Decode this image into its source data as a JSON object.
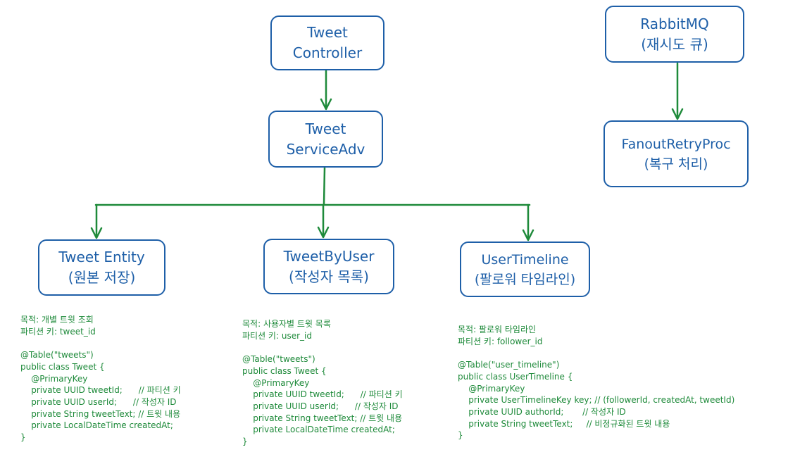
{
  "nodes": {
    "tweet_controller": {
      "line1": "Tweet",
      "line2": "Controller"
    },
    "tweet_service": {
      "line1": "Tweet",
      "line2": "ServiceAdv"
    },
    "rabbitmq": {
      "line1": "RabbitMQ",
      "line2": "(재시도 큐)"
    },
    "fanout_retry": {
      "line1": "FanoutRetryProc",
      "line2": "(복구 처리)"
    },
    "tweet_entity": {
      "line1": "Tweet Entity",
      "line2": "(원본 저장)"
    },
    "tweet_by_user": {
      "line1": "TweetByUser",
      "line2": "(작성자 목록)"
    },
    "user_timeline": {
      "line1": "UserTimeline",
      "line2": "(팔로워 타임라인)"
    }
  },
  "code_blocks": {
    "tweet_entity": {
      "purpose": "목적: 개별 트윗 조회",
      "partition": "파티션 키: tweet_id",
      "lines": [
        "@Table(\"tweets\")",
        "public class Tweet {",
        "    @PrimaryKey",
        "    private UUID tweetId;      // 파티션 키",
        "    private UUID userId;      // 작성자 ID",
        "    private String tweetText; // 트윗 내용",
        "    private LocalDateTime createdAt;",
        "}"
      ]
    },
    "tweet_by_user": {
      "purpose": "목적: 사용자별 트윗 목록",
      "partition": "파티션 키: user_id",
      "lines": [
        "@Table(\"tweets\")",
        "public class Tweet {",
        "    @PrimaryKey",
        "    private UUID tweetId;      // 파티션 키",
        "    private UUID userId;      // 작성자 ID",
        "    private String tweetText; // 트윗 내용",
        "    private LocalDateTime createdAt;",
        "}"
      ]
    },
    "user_timeline": {
      "purpose": "목적: 팔로워 타임라인",
      "partition": "파티션 키: follower_id",
      "lines": [
        "@Table(\"user_timeline\")",
        "public class UserTimeline {",
        "    @PrimaryKey",
        "    private UserTimelineKey key; // (followerId, createdAt, tweetId)",
        "    private UUID authorId;       // 작성자 ID",
        "    private String tweetText;     // 비정규화된 트윗 내용",
        "}"
      ]
    }
  },
  "colors": {
    "node_border": "#1e5fa8",
    "node_text": "#1e5fa8",
    "arrow": "#1e8a3a",
    "code_text": "#1e8a3a"
  }
}
